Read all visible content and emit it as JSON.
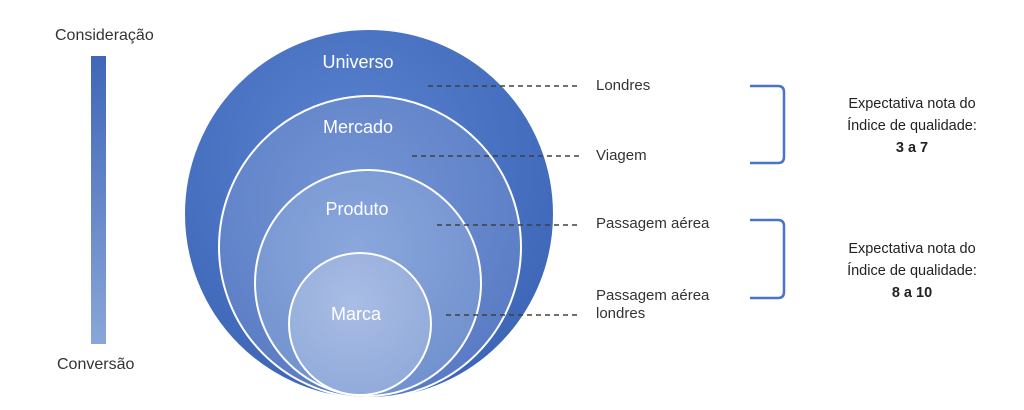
{
  "scale": {
    "top_label": "Consideração",
    "bottom_label": "Conversão"
  },
  "rings": [
    {
      "label": "Universo"
    },
    {
      "label": "Mercado"
    },
    {
      "label": "Produto"
    },
    {
      "label": "Marca"
    }
  ],
  "examples": [
    {
      "text": "Londres"
    },
    {
      "text": "Viagem"
    },
    {
      "text": "Passagem aérea"
    },
    {
      "line1": "Passagem aérea",
      "line2": "londres"
    }
  ],
  "notes": [
    {
      "line1": "Expectativa nota do",
      "line2": "Índice de qualidade:",
      "range": "3 a 7"
    },
    {
      "line1": "Expectativa nota do",
      "line2": "Índice de qualidade:",
      "range": "8 a 10"
    }
  ],
  "colors": {
    "outer": "#4472c4",
    "bracket": "#4a74c8",
    "dash": "#404040"
  }
}
